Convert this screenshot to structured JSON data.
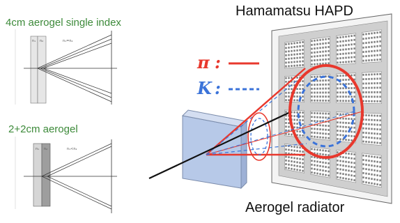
{
  "panels": {
    "single": {
      "title": "4cm aerogel single index",
      "layer1": "n₁",
      "layer2": "n₂",
      "relation": "n₁=n₂"
    },
    "double": {
      "title": "2+2cm aerogel",
      "layer1": "n₁",
      "layer2": "n₂",
      "relation": "n₁<n₂"
    }
  },
  "detector": {
    "title": "Hamamatsu HAPD",
    "radiator_label": "Aerogel radiator"
  },
  "legend": {
    "pion": {
      "symbol": "π",
      "colon": ":",
      "color": "#e8382d"
    },
    "kaon": {
      "symbol": "K",
      "colon": ":",
      "color": "#3b73d9"
    }
  },
  "colors": {
    "pion_ring": "#e8382d",
    "kaon_ring": "#3b73d9",
    "label_green": "#3d8a3a",
    "radiator_fill": "#c4d4ee",
    "detector_frame": "#f4f4f4"
  }
}
